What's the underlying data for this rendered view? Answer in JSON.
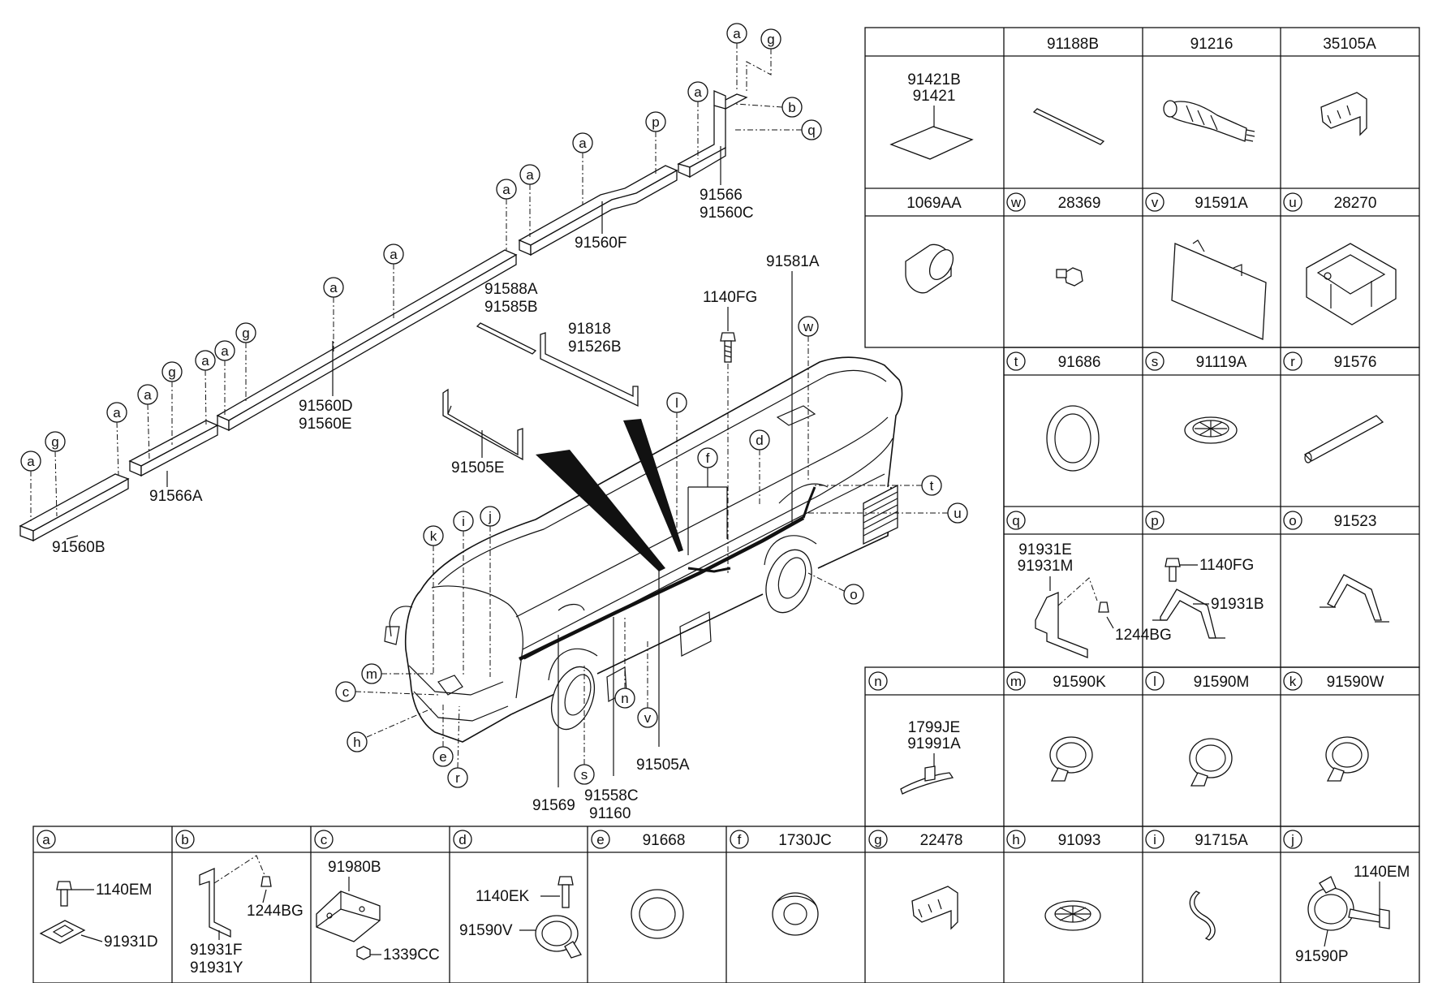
{
  "callout_labels": {
    "p91560B": "91560B",
    "p91566A": "91566A",
    "p91560D": "91560D",
    "p91560E": "91560E",
    "p91560F": "91560F",
    "p91566": "91566",
    "p91560C": "91560C",
    "p91588A": "91588A",
    "p91585B": "91585B",
    "p91818": "91818",
    "p91526B": "91526B",
    "p91505E": "91505E",
    "p1140FG": "1140FG",
    "p91581A": "91581A",
    "p91505A": "91505A",
    "p91569": "91569",
    "p91558C": "91558C",
    "p91160": "91160"
  },
  "top_table": {
    "headers": [
      {
        "letter": "",
        "part": ""
      },
      {
        "letter": "",
        "part": "91188B"
      },
      {
        "letter": "",
        "part": "91216"
      },
      {
        "letter": "",
        "part": "35105A"
      },
      {
        "letter": "",
        "part": "1069AA"
      },
      {
        "letter": "w",
        "part": "28369"
      },
      {
        "letter": "v",
        "part": "91591A"
      },
      {
        "letter": "u",
        "part": "28270"
      },
      {
        "letter": "t",
        "part": "91686"
      },
      {
        "letter": "s",
        "part": "91119A"
      },
      {
        "letter": "r",
        "part": "91576"
      },
      {
        "letter": "q",
        "part": ""
      },
      {
        "letter": "p",
        "part": ""
      },
      {
        "letter": "o",
        "part": "91523"
      },
      {
        "letter": "n",
        "part": ""
      },
      {
        "letter": "m",
        "part": "91590K"
      },
      {
        "letter": "l",
        "part": "91590M"
      },
      {
        "letter": "k",
        "part": "91590W"
      }
    ],
    "inner_labels": {
      "c0_l1": "91421B",
      "c0_l2": "91421",
      "q_l1": "91931E",
      "q_l2": "91931M",
      "q_l3": "1244BG",
      "p_l1": "1140FG",
      "p_l2": "91931B",
      "n_l1": "1799JE",
      "n_l2": "91991A"
    }
  },
  "bottom_table": {
    "headers": [
      {
        "letter": "a",
        "part": ""
      },
      {
        "letter": "b",
        "part": ""
      },
      {
        "letter": "c",
        "part": ""
      },
      {
        "letter": "d",
        "part": ""
      },
      {
        "letter": "e",
        "part": "91668"
      },
      {
        "letter": "f",
        "part": "1730JC"
      },
      {
        "letter": "g",
        "part": "22478"
      },
      {
        "letter": "h",
        "part": "91093"
      },
      {
        "letter": "i",
        "part": "91715A"
      },
      {
        "letter": "j",
        "part": ""
      }
    ],
    "inner_labels": {
      "a_l1": "1140EM",
      "a_l2": "91931D",
      "b_l1": "1244BG",
      "b_l2": "91931F",
      "b_l3": "91931Y",
      "c_l1": "91980B",
      "c_l2": "1339CC",
      "d_l1": "1140EK",
      "d_l2": "91590V",
      "j_l1": "1140EM",
      "j_l2": "91590P"
    }
  }
}
